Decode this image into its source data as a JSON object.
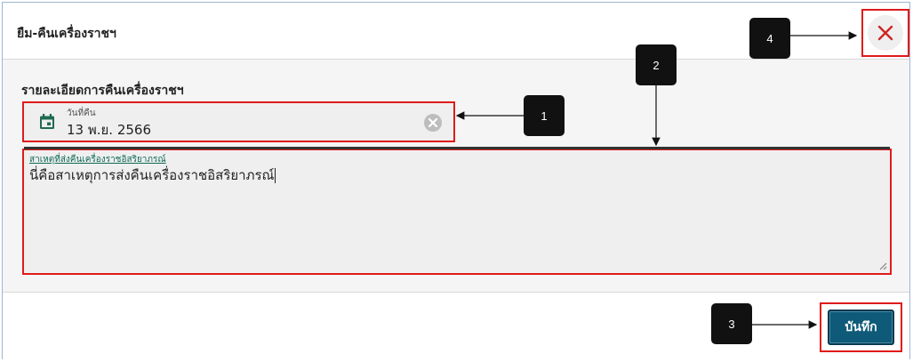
{
  "dialog": {
    "title": "ยืม-คืนเครื่องราชฯ",
    "close_icon": "close-x-icon"
  },
  "form": {
    "section_title": "รายละเอียดการคืนเครื่องราชฯ",
    "return_date": {
      "label": "วันที่คืน",
      "value": "13 พ.ย. 2566",
      "icon": "calendar-icon",
      "clear_icon": "clear-circle-icon"
    },
    "reason": {
      "label": "สาเหตุที่ส่งคืนเครื่องราชอิสริยาภรณ์",
      "value": "นี่คือสาเหตุการส่งคืนเครื่องราชอิสริยาภรณ์"
    }
  },
  "footer": {
    "save_label": "บันทึก"
  },
  "callouts": [
    "1",
    "2",
    "3",
    "4"
  ],
  "colors": {
    "highlight": "#e01b1b",
    "primary": "#0f5a78",
    "calendar": "#1e6b4f",
    "label_accent": "#0f6a57"
  }
}
